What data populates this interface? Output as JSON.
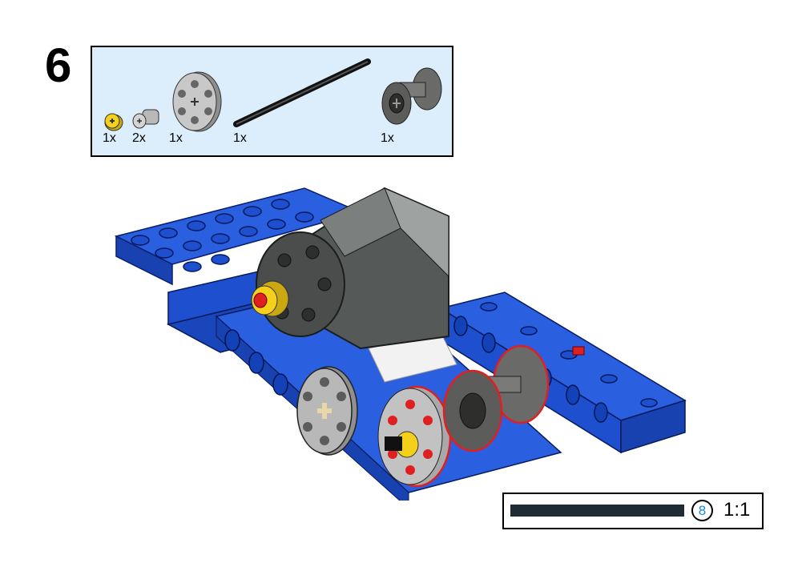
{
  "step": {
    "number": "6"
  },
  "parts": [
    {
      "name": "yellow-bush",
      "qty": "1x"
    },
    {
      "name": "gray-axle-pin",
      "qty": "2x"
    },
    {
      "name": "gray-wheel",
      "qty": "1x"
    },
    {
      "name": "black-axle",
      "qty": "1x"
    },
    {
      "name": "dark-gray-wheel-hub",
      "qty": "1x"
    }
  ],
  "scale": {
    "length": "8",
    "ratio": "1:1"
  },
  "colors": {
    "brick_blue": "#1d4fcf",
    "panel_bg": "#dceefb",
    "motor_gray": "#5f6361",
    "yellow": "#f4d01b",
    "highlight_red": "#e02020"
  }
}
